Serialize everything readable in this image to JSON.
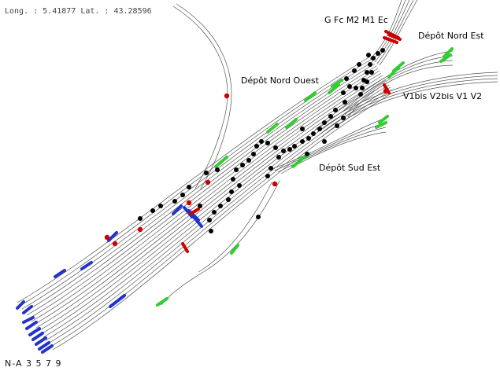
{
  "coordinates": {
    "readout": "Long. : 5.41877 Lat. : 43.28596"
  },
  "labels": {
    "gfc_group": "G Fc M2 M1 Ec",
    "depot_nord_est": "Dépôt Nord Est",
    "depot_nord_ouest": "Dépôt Nord Ouest",
    "v_group": "V1bis V2bis V1 V2",
    "depot_sud_est": "Dépôt Sud Est",
    "na_group": "N-A 3 5 7 9"
  },
  "colors": {
    "track_line": "#555555",
    "track_green": "#33cc33",
    "track_blue": "#2233cc",
    "track_red": "#cc0000",
    "node_black": "#000000",
    "node_red": "#cc0000"
  }
}
